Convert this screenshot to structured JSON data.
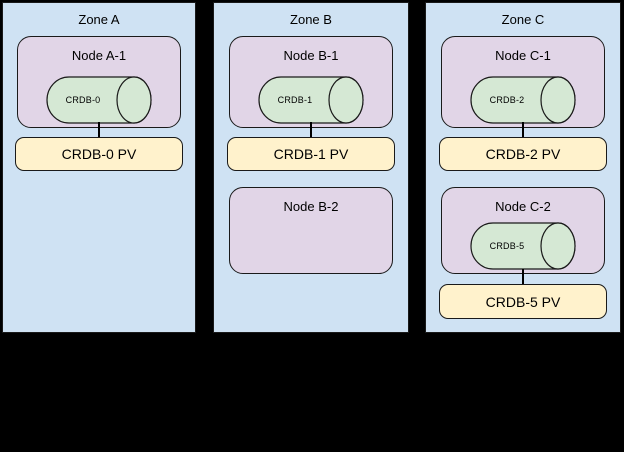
{
  "diagram": {
    "type": "cluster-topology",
    "colors": {
      "background": "#000000",
      "zone_fill": "#cfe2f3",
      "node_fill": "#e1d5e7",
      "pod_fill": "#d5e8d4",
      "pv_fill": "#fff2cc",
      "border": "#1a1a1a",
      "connector": "#000000"
    }
  },
  "zones": [
    {
      "label": "Zone A",
      "nodes": [
        {
          "label": "Node A-1",
          "pod": "CRDB-0",
          "pv": "CRDB-0 PV"
        }
      ]
    },
    {
      "label": "Zone B",
      "nodes": [
        {
          "label": "Node B-1",
          "pod": "CRDB-1",
          "pv": "CRDB-1 PV"
        },
        {
          "label": "Node B-2"
        }
      ]
    },
    {
      "label": "Zone C",
      "nodes": [
        {
          "label": "Node C-1",
          "pod": "CRDB-2",
          "pv": "CRDB-2 PV"
        },
        {
          "label": "Node C-2",
          "pod": "CRDB-5",
          "pv": "CRDB-5 PV"
        }
      ]
    }
  ]
}
